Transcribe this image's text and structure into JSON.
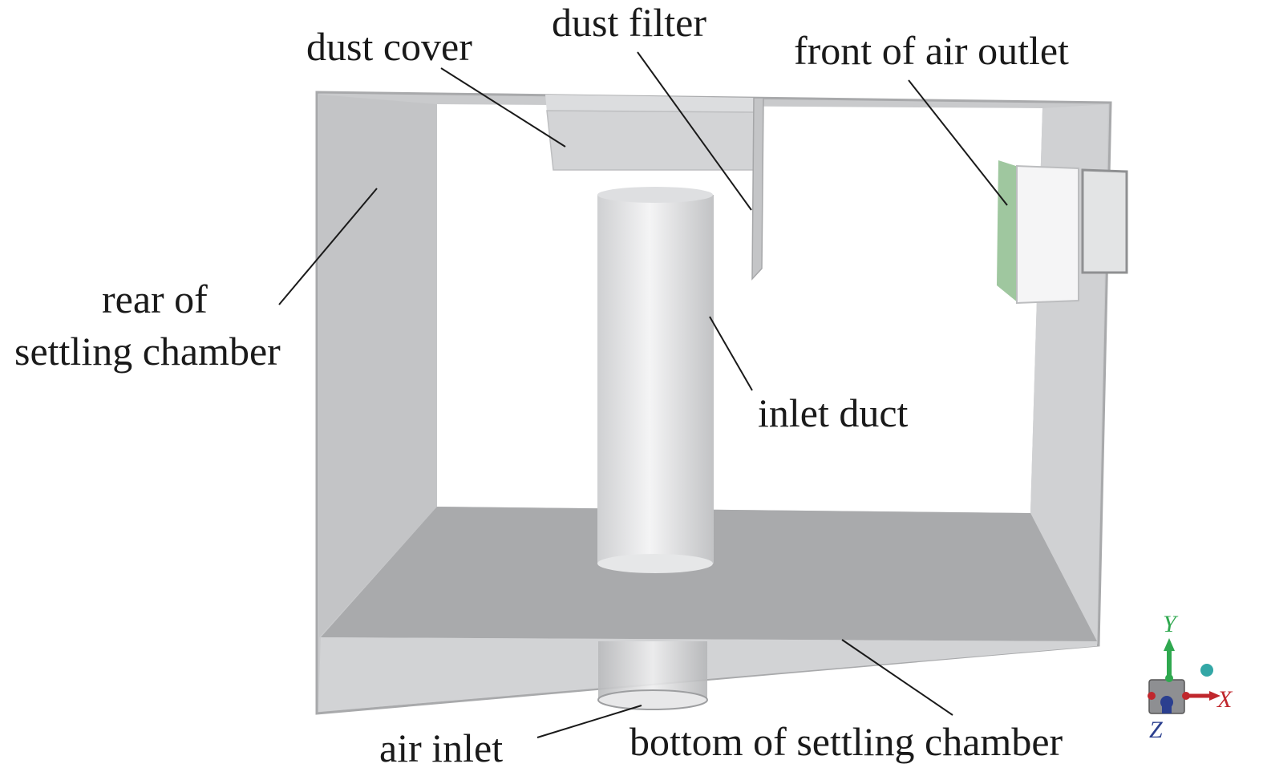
{
  "labels": {
    "dust_cover": "dust cover",
    "dust_filter": "dust filter",
    "front_air_outlet": "front of air outlet",
    "rear_line1": "rear of",
    "rear_line2": "settling chamber",
    "inlet_duct": "inlet duct",
    "air_inlet": "air inlet",
    "bottom_chamber": "bottom of settling chamber"
  },
  "axes": {
    "y": "Y",
    "x": "X",
    "z": "Z"
  },
  "colors": {
    "frame": "#c9cacc",
    "floor": "#a9aaac",
    "filter_face": "#9fc79f",
    "axis_x": "#c0272d",
    "axis_y": "#2fa84f",
    "axis_z": "#2b3f8f"
  }
}
